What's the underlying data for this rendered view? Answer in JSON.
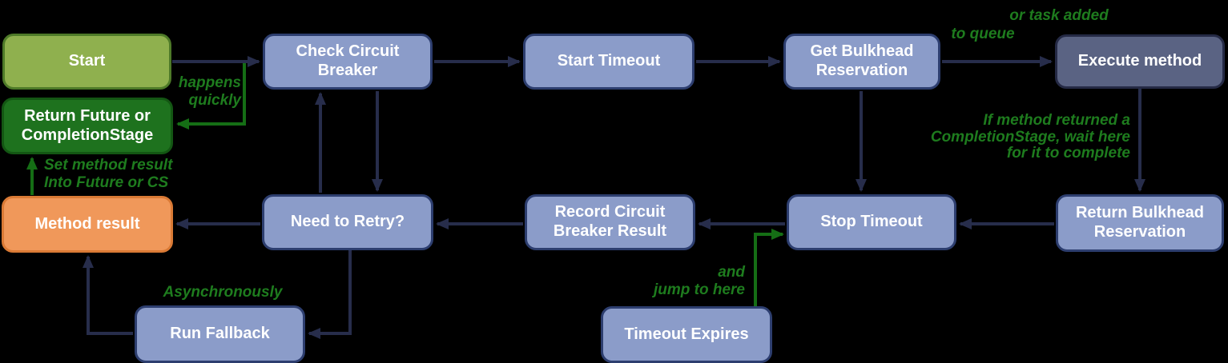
{
  "diagram": {
    "title_hint": "fault-tolerance method invocation flowchart",
    "colors": {
      "background": "#000000",
      "node_blue_fill": "#8B9CC9",
      "node_blue_border": "#2D3E6F",
      "node_slate_fill": "#5A6383",
      "node_slate_border": "#252A45",
      "node_green_light_fill": "#8FB04E",
      "node_green_light_border": "#4E7A28",
      "node_green_dark_fill": "#1E721E",
      "node_green_dark_border": "#135613",
      "node_orange_fill": "#F0985A",
      "node_orange_border": "#DA7A35",
      "arrow_navy": "#272D4B",
      "arrow_green": "#156E15",
      "annotation_green": "#1E7C1E",
      "node_text": "#FFFFFF"
    },
    "boxes": [
      {
        "id": "start",
        "label": "Start",
        "variant": "green-light"
      },
      {
        "id": "return-future",
        "label": "Return Future or\nCompletionStage",
        "variant": "green-dark"
      },
      {
        "id": "method-result",
        "label": "Method result",
        "variant": "orange"
      },
      {
        "id": "check-circuit-breaker",
        "label": "Check Circuit\nBreaker",
        "variant": "blue"
      },
      {
        "id": "need-to-retry",
        "label": "Need to Retry?",
        "variant": "blue"
      },
      {
        "id": "start-timeout",
        "label": "Start Timeout",
        "variant": "blue"
      },
      {
        "id": "record-circuit-breaker-result",
        "label": "Record Circuit\nBreaker Result",
        "variant": "blue"
      },
      {
        "id": "timeout-expires",
        "label": "Timeout Expires",
        "variant": "blue"
      },
      {
        "id": "get-bulkhead-reservation",
        "label": "Get Bulkhead\nReservation",
        "variant": "blue"
      },
      {
        "id": "stop-timeout",
        "label": "Stop Timeout",
        "variant": "blue"
      },
      {
        "id": "execute-method",
        "label": "Execute method",
        "variant": "slate"
      },
      {
        "id": "return-bulkhead-reservation",
        "label": "Return Bulkhead\nReservation",
        "variant": "blue"
      },
      {
        "id": "run-fallback",
        "label": "Run Fallback",
        "variant": "blue"
      }
    ],
    "annotations": [
      {
        "id": "happens-quickly",
        "text": "happens\nquickly"
      },
      {
        "id": "or-task-added",
        "text": "or task added"
      },
      {
        "id": "to-queue",
        "text": "to queue"
      },
      {
        "id": "if-method-returned",
        "text": "If method returned a\nCompletionStage, wait here\nfor it to complete"
      },
      {
        "id": "set-method-result",
        "text": "Set method result\nInto Future or CS"
      },
      {
        "id": "asynchronously",
        "text": "Asynchronously"
      },
      {
        "id": "and-jump-to-here",
        "text": "and\njump to here"
      }
    ]
  }
}
